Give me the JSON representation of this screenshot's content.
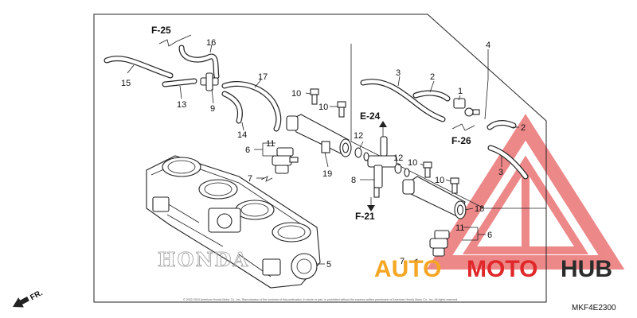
{
  "diagram": {
    "part_code": "MKF4E2300",
    "copyright": "© 2002-2019 American Honda Motor Co., Inc. Reproduction of the contents of this publication, in whole or part, is prohibited without the express written permission of American Honda Motor Co., Inc. All rights reserved.",
    "front_indicator": "FR.",
    "engine_brand_mark": "HONDA",
    "references": [
      "F-25",
      "E-24",
      "F-26",
      "F-21"
    ],
    "callouts": [
      "15",
      "16",
      "13",
      "9",
      "17",
      "14",
      "10",
      "10",
      "6",
      "11",
      "7",
      "19",
      "3",
      "2",
      "1",
      "4",
      "2",
      "3",
      "12",
      "8",
      "12",
      "10",
      "10",
      "18",
      "11",
      "6",
      "7",
      "5"
    ]
  },
  "watermark": {
    "word_part1": "AUTO",
    "word_part2": "MOTO",
    "word_part3": "HUB",
    "colors": {
      "orange": "#f5a623",
      "red": "#e0282a",
      "dark": "#2b2b2b"
    }
  }
}
